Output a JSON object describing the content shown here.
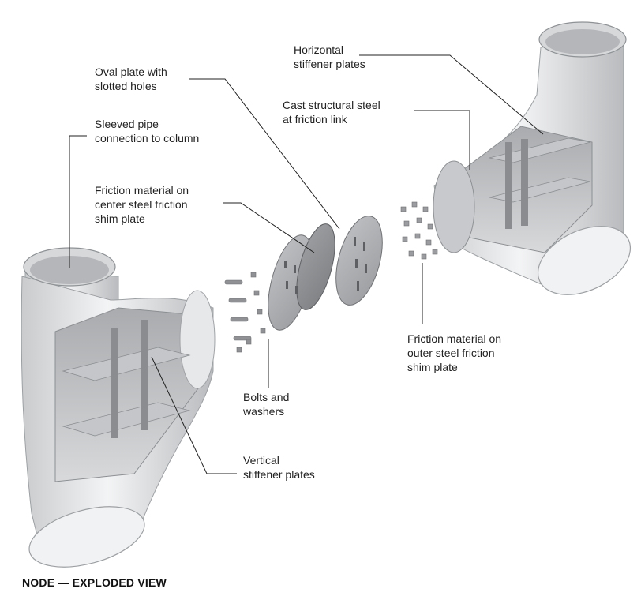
{
  "labels": {
    "horizontal_stiffener": [
      "Horizontal",
      "stiffener plates"
    ],
    "oval_plate": [
      "Oval plate with",
      "slotted holes"
    ],
    "cast_steel": [
      "Cast structural steel",
      "at friction link"
    ],
    "sleeved_pipe": [
      "Sleeved pipe",
      "connection to column"
    ],
    "friction_center": [
      "Friction material on",
      "center steel friction",
      "shim plate"
    ],
    "friction_outer": [
      "Friction material on",
      "outer steel friction",
      "shim plate"
    ],
    "bolts": [
      "Bolts and",
      "washers"
    ],
    "vertical_stiffener": [
      "Vertical",
      "stiffener plates"
    ]
  },
  "caption": "NODE — EXPLODED VIEW"
}
